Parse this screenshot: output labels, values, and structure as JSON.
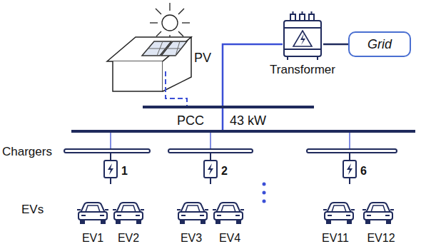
{
  "diagram": {
    "nodes": [
      {
        "text": [
          "Transformer"
        ]
      },
      {
        "text": [
          "Grid"
        ]
      }
    ],
    "edges": [
      {
        "from": 0,
        "to": 1,
        "arrow": "none"
      }
    ],
    "labels": [
      "PV",
      "PCC",
      "43 kW",
      "Chargers",
      "1",
      "2",
      "6",
      "EVs",
      "EV1",
      "EV2",
      "EV3",
      "EV4",
      "EV11",
      "EV12"
    ]
  }
}
